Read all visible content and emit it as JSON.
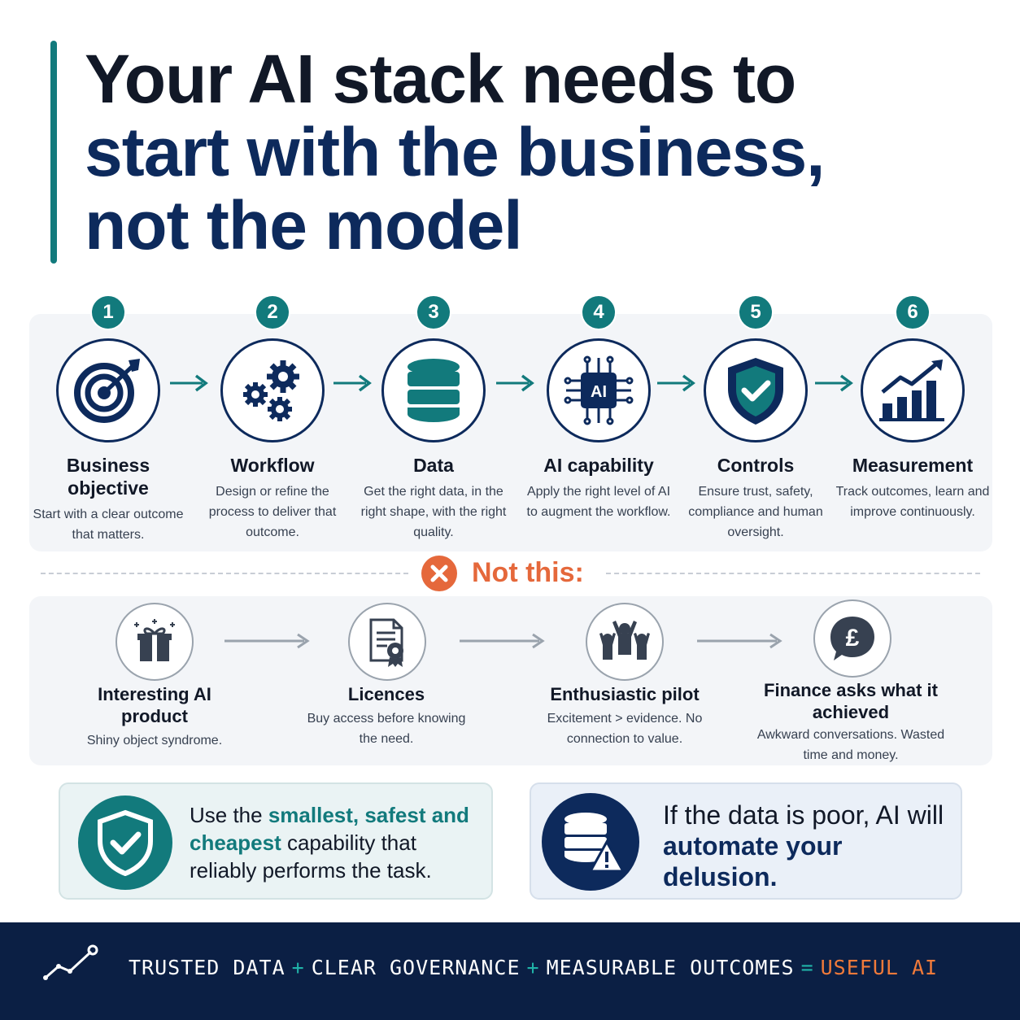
{
  "title": {
    "line1": "Your AI stack needs to",
    "line2": "start with the business,",
    "line3": "not the model"
  },
  "steps": [
    {
      "num": "1",
      "title": "Business objective",
      "desc": "Start with a clear outcome that matters.",
      "icon": "target-icon"
    },
    {
      "num": "2",
      "title": "Workflow",
      "desc": "Design or refine the process to deliver that outcome.",
      "icon": "gears-icon"
    },
    {
      "num": "3",
      "title": "Data",
      "desc": "Get the right data, in the right shape, with the right quality.",
      "icon": "database-icon"
    },
    {
      "num": "4",
      "title": "AI capability",
      "desc": "Apply the right level of AI to augment the workflow.",
      "icon": "ai-chip-icon",
      "icon_label": "AI"
    },
    {
      "num": "5",
      "title": "Controls",
      "desc": "Ensure trust, safety, compliance and human oversight.",
      "icon": "shield-check-icon"
    },
    {
      "num": "6",
      "title": "Measurement",
      "desc": "Track outcomes, learn and improve continuously.",
      "icon": "growth-chart-icon"
    }
  ],
  "not_this": {
    "label": "Not this:",
    "icon": "x-circle-icon"
  },
  "anti_steps": [
    {
      "title": "Interesting AI product",
      "desc": "Shiny object syndrome.",
      "icon": "gift-icon"
    },
    {
      "title": "Licences",
      "desc": "Buy access before knowing the need.",
      "icon": "certificate-icon"
    },
    {
      "title": "Enthusiastic pilot",
      "desc": "Excitement > evidence. No connection to value.",
      "icon": "cheering-people-icon"
    },
    {
      "title": "Finance asks what it achieved",
      "desc": "Awkward conversations. Wasted time and money.",
      "icon": "pound-speech-icon",
      "icon_label": "£"
    }
  ],
  "callouts": {
    "left": {
      "pre": "Use the ",
      "highlight": "smallest, safest and cheapest",
      "post": " capability that reliably performs the task.",
      "icon": "shield-check-icon"
    },
    "right": {
      "pre": "If the data is poor, AI will ",
      "highlight": "automate your delusion.",
      "icon": "database-warning-icon"
    }
  },
  "footer": {
    "term1": "TRUSTED DATA",
    "op1": "+",
    "term2": "CLEAR GOVERNANCE",
    "op2": "+",
    "term3": "MEASURABLE OUTCOMES",
    "op3": "=",
    "result": "USEFUL AI",
    "icon": "trend-line-icon"
  },
  "colors": {
    "teal": "#127a7c",
    "navy": "#0d2a5c",
    "orange": "#e5683b",
    "footer_bg": "#0b1f44"
  }
}
